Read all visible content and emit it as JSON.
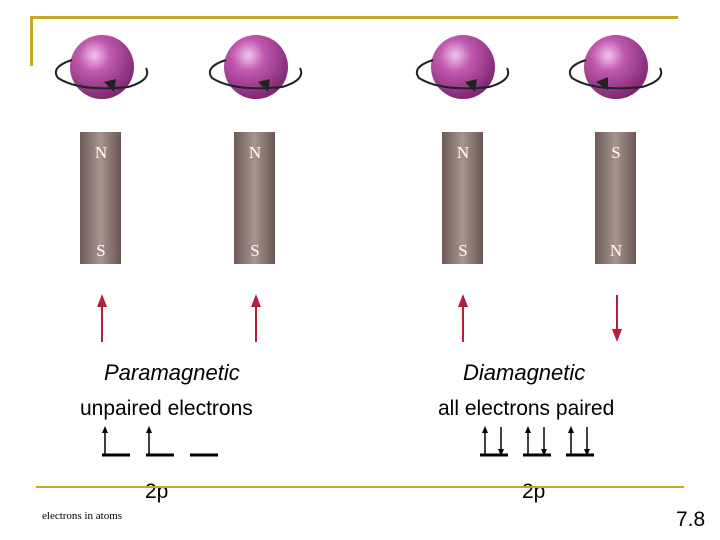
{
  "atoms": [
    {
      "spin": "counterclockwise",
      "top_pole": "N",
      "bottom_pole": "S",
      "arrow": "up"
    },
    {
      "spin": "counterclockwise",
      "top_pole": "N",
      "bottom_pole": "S",
      "arrow": "up"
    },
    {
      "spin": "counterclockwise",
      "top_pole": "N",
      "bottom_pole": "S",
      "arrow": "up"
    },
    {
      "spin": "clockwise",
      "top_pole": "S",
      "bottom_pole": "N",
      "arrow": "down"
    }
  ],
  "left": {
    "title": "Paramagnetic",
    "subtitle": "unpaired electrons",
    "orbital_label": "2p",
    "orbitals": [
      [
        "up"
      ],
      [
        "up"
      ],
      []
    ]
  },
  "right": {
    "title": "Diamagnetic",
    "subtitle": "all electrons paired",
    "orbital_label": "2p",
    "orbitals": [
      [
        "up",
        "down"
      ],
      [
        "up",
        "down"
      ],
      [
        "up",
        "down"
      ]
    ]
  },
  "footer": "electrons in atoms",
  "slide_number": "7.8",
  "colors": {
    "frame": "#c8a82a",
    "sphere": "#b0479e",
    "magnet": "#8a7470",
    "field_arrow": "#b41e3c"
  }
}
